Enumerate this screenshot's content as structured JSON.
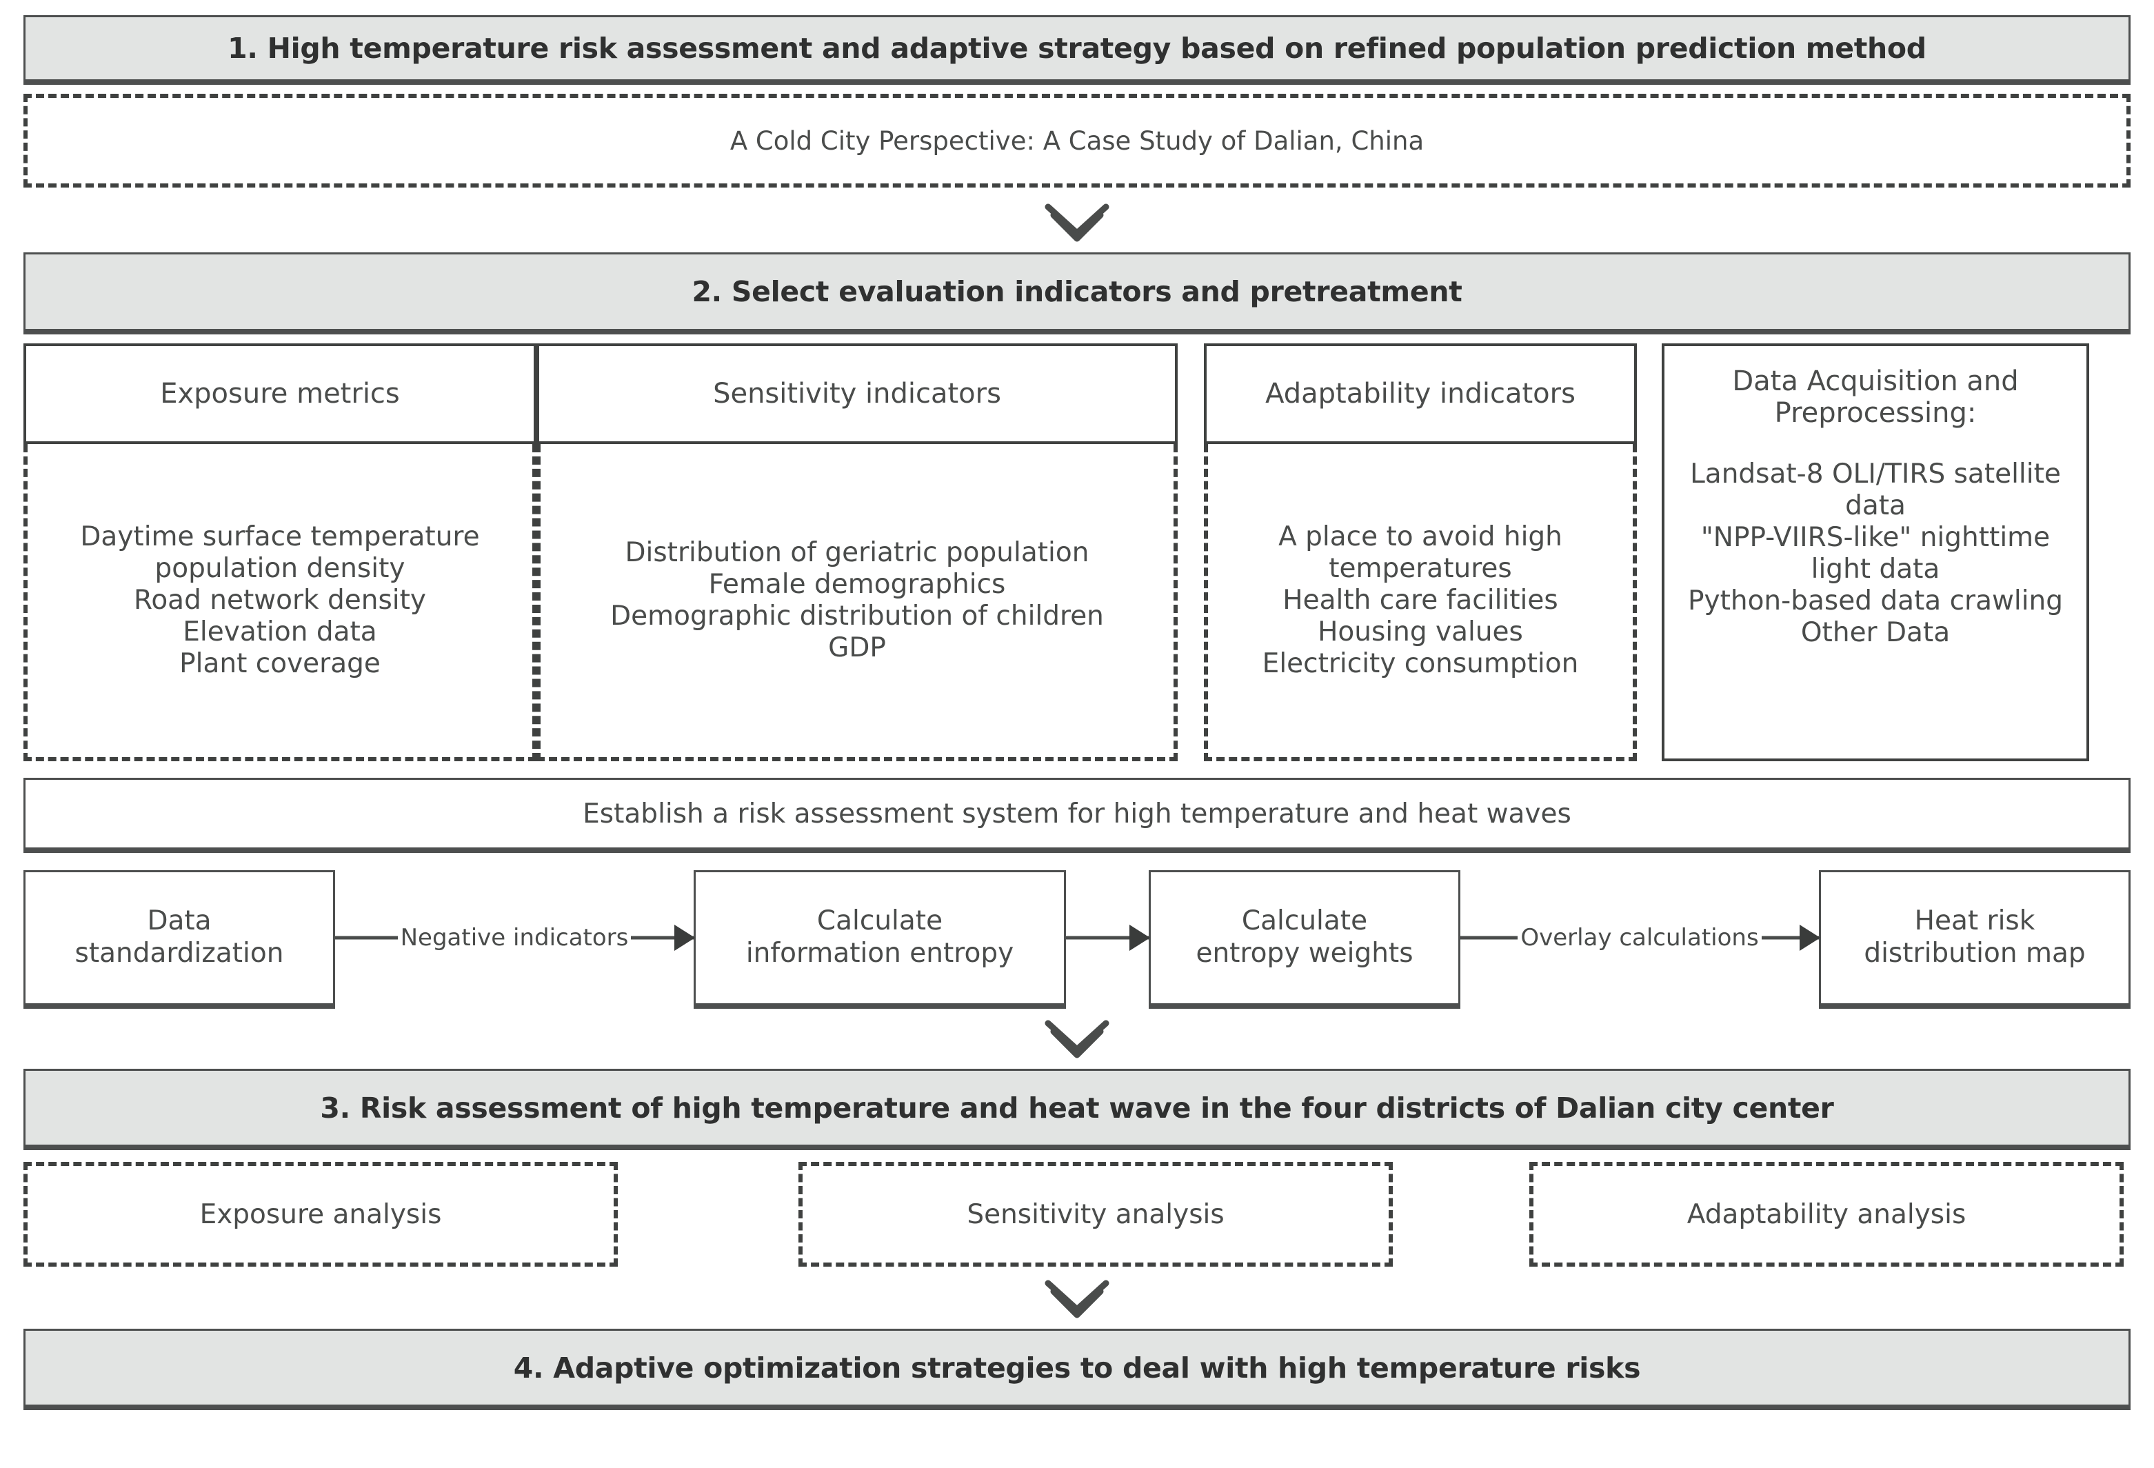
{
  "section1": {
    "title": "1. High temperature risk assessment and adaptive strategy based on refined population prediction method",
    "subtitle": "A Cold City Perspective: A Case Study of Dalian, China"
  },
  "connectors": {
    "chevron_icon": "double-chevron-down-icon"
  },
  "section2": {
    "title": "2. Select evaluation indicators and pretreatment",
    "indicators": [
      {
        "header": "Exposure metrics",
        "items": "Daytime surface temperature\npopulation density\nRoad network density\nElevation data\nPlant coverage"
      },
      {
        "header": "Sensitivity indicators",
        "items": "Distribution of geriatric population\nFemale demographics\nDemographic distribution of children\nGDP"
      },
      {
        "header": "Adaptability indicators",
        "items": "A place to avoid high\ntemperatures\nHealth care facilities\nHousing values\nElectricity consumption"
      }
    ],
    "data_box": {
      "title": "Data Acquisition and\nPreprocessing:",
      "items": "Landsat-8 OLI/TIRS satellite\ndata\n\"NPP-VIIRS-like\" nighttime\nlight data\nPython-based data crawling\nOther Data"
    },
    "establish": "Establish a risk assessment system for high temperature and heat waves",
    "pipeline": {
      "nodes": [
        "Data\nstandardization",
        "Calculate\ninformation entropy",
        "Calculate\nentropy weights",
        "Heat risk\ndistribution map"
      ],
      "edges": [
        "Negative indicators",
        "",
        "Overlay calculations"
      ]
    }
  },
  "section3": {
    "title": "3. Risk assessment of high temperature and heat wave in the four districts of Dalian city center",
    "analyses": [
      "Exposure analysis",
      "Sensitivity analysis",
      "Adaptability analysis"
    ]
  },
  "section4": {
    "title": "4. Adaptive optimization strategies to deal with high temperature risks"
  },
  "colors": {
    "band_fill": "#e2e4e3",
    "stroke": "#4d4f4f",
    "text": "#4a4c4b"
  }
}
